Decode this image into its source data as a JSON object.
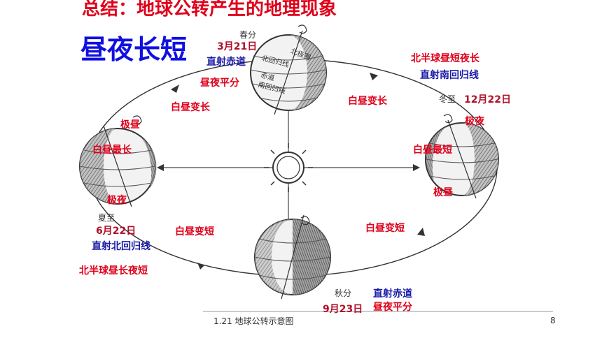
{
  "title": "总结：地球公转产生的地理现象",
  "subtitle": "昼夜长短",
  "page_number": "8",
  "caption": "1.21  地球公转示意图",
  "printed": {
    "spring": "春分",
    "winter": "冬至",
    "summer": "夏至",
    "autumn": "秋分",
    "north_pole": "北极圈",
    "tropic_north": "北回归线",
    "equator": "赤道",
    "tropic_south": "南回归线"
  },
  "annotations": {
    "spring_date": "3月21日",
    "spring_direct": "直射赤道",
    "spring_equal": "昼夜平分",
    "spring_to_summer": "白昼变长",
    "summer_polar_day": "极昼",
    "summer_longest": "白昼最长",
    "summer_polar_night": "极夜",
    "summer_date": "6月22日",
    "summer_direct": "直射北回归线",
    "summer_nh": "北半球昼长夜短",
    "summer_to_autumn": "白昼变短",
    "winter_nh": "北半球昼短夜长",
    "winter_direct": "直射南回归线",
    "autumn_to_winter_top": "白昼变长",
    "winter_date": "12月22日",
    "winter_polar_night": "极夜",
    "winter_shortest": "白昼最短",
    "winter_polar_day": "极昼",
    "autumn_to_winter": "白昼变短",
    "autumn_direct": "直射赤道",
    "autumn_date": "9月23日",
    "autumn_equal": "昼夜平分"
  }
}
